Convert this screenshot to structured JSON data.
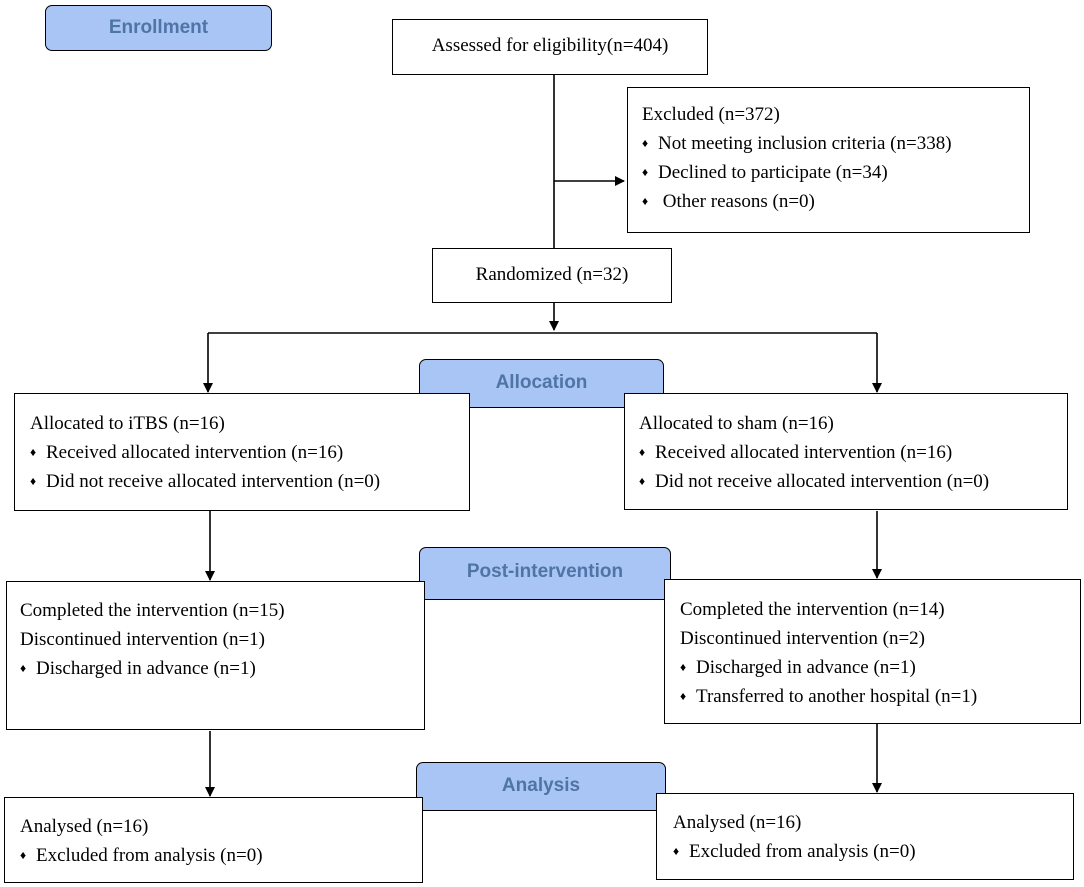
{
  "stages": {
    "enrollment": "Enrollment",
    "allocation": "Allocation",
    "post_intervention": "Post-intervention",
    "analysis": "Analysis"
  },
  "bullet_glyph": "♦",
  "assessed": "Assessed for eligibility(n=404)",
  "excluded": {
    "title": "Excluded (n=372)",
    "items": [
      "Not meeting inclusion criteria (n=338)",
      "Declined to participate (n=34)",
      "Other reasons (n=0)"
    ]
  },
  "randomized": "Randomized (n=32)",
  "allocation": {
    "itbs": {
      "title": "Allocated to iTBS (n=16)",
      "items": [
        "Received allocated intervention (n=16)",
        "Did not receive allocated intervention (n=0)"
      ]
    },
    "sham": {
      "title": "Allocated to sham (n=16)",
      "items": [
        "Received allocated intervention (n=16)",
        "Did not receive allocated intervention (n=0)"
      ]
    }
  },
  "post": {
    "itbs": {
      "completed": "Completed the intervention (n=15)",
      "discontinued": "Discontinued intervention (n=1)",
      "items": [
        "Discharged in advance (n=1)"
      ]
    },
    "sham": {
      "completed": "Completed the intervention (n=14)",
      "discontinued": "Discontinued intervention (n=2)",
      "items": [
        "Discharged in advance (n=1)",
        "Transferred to another hospital (n=1)"
      ]
    }
  },
  "analysis": {
    "itbs": {
      "title": "Analysed (n=16)",
      "items": [
        "Excluded from analysis (n=0)"
      ]
    },
    "sham": {
      "title": "Analysed (n=16)",
      "items": [
        "Excluded from analysis (n=0)"
      ]
    }
  },
  "colors": {
    "stage_fill": "#a9c5f5",
    "stage_text": "#4f74a6",
    "line": "#000000"
  }
}
